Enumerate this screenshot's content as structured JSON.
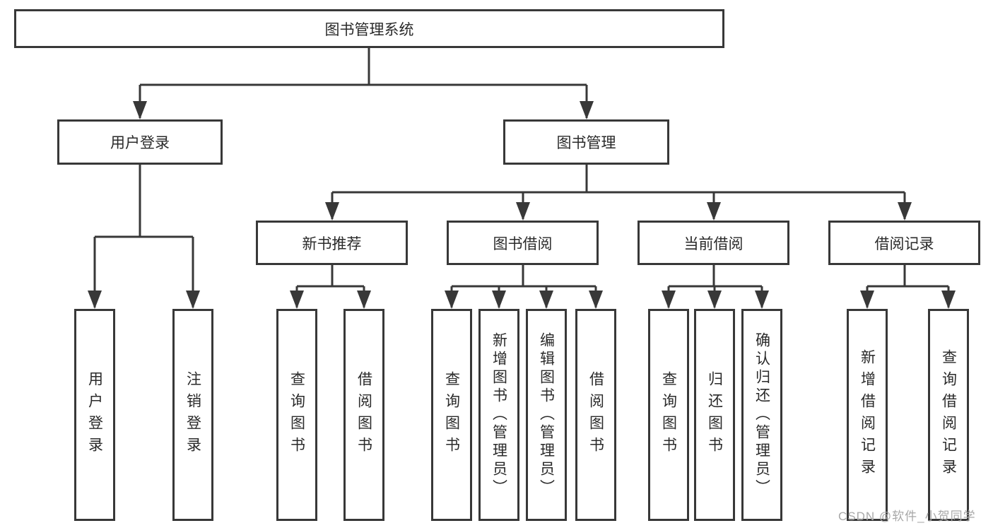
{
  "diagram": {
    "root_label": "图书管理系统",
    "level2": [
      "用户登录",
      "图书管理"
    ],
    "level3": [
      "新书推荐",
      "图书借阅",
      "当前借阅",
      "借阅记录"
    ],
    "leaves": [
      "用户登录",
      "注销登录",
      "查询图书",
      "借阅图书",
      "查询图书",
      "新增图书（管理员）",
      "编辑图书（管理员）",
      "借阅图书",
      "查询图书",
      "归还图书",
      "确认归还（管理员）",
      "新增借阅记录",
      "查询借阅记录"
    ]
  },
  "watermark": "CSDN @软件_小贺同学",
  "colors": {
    "line": "#383838",
    "text": "#2a2a2a",
    "watermark": "#a8a8a8",
    "background": "#ffffff"
  }
}
